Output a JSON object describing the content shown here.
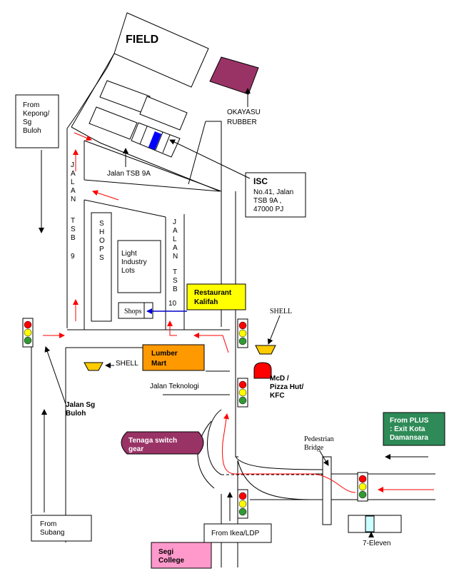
{
  "colors": {
    "okayasu": "#993366",
    "isc_marker": "#0000ff",
    "restaurant_kalifah": "#ffff00",
    "lumber_mart": "#ff9900",
    "mcd": "#ff0000",
    "shell_station": "#ffcc00",
    "tenaga": "#993366",
    "from_plus": "#2e8b57",
    "segi_college": "#ff99cc",
    "seven_eleven_marker": "#ccffff",
    "route_arrow": "#ff0000",
    "pointer_arrow": "#0000cc",
    "light_red": "#ff0000",
    "light_yellow": "#ffff00",
    "light_green": "#339933"
  },
  "labels": {
    "field": "FIELD",
    "okayasu_line1": "OKAYASU",
    "okayasu_line2": "RUBBER",
    "from_kepong": [
      "From",
      "Kepong/",
      "Sg",
      "Buloh"
    ],
    "jalan_tsb9_vertical": [
      "J",
      "A",
      "L",
      "A",
      "N",
      "",
      "T",
      "S",
      "B",
      "",
      "9"
    ],
    "jalan_tsb9a": "Jalan TSB 9A",
    "isc_title": "ISC",
    "isc_address": [
      "No.41, Jalan",
      "TSB 9A ,",
      "47000 PJ"
    ],
    "shops_vertical": [
      "S",
      "H",
      "O",
      "P",
      "S"
    ],
    "light_industry": [
      "Light",
      "Industry",
      "Lots"
    ],
    "jalan_tsb10_vertical": [
      "J",
      "A",
      "L",
      "A",
      "N",
      "",
      "T",
      "S",
      "B",
      "",
      "10"
    ],
    "restaurant_kalifah": [
      "Restaurant",
      "Kalifah"
    ],
    "shops_small": "Shops",
    "shell_right": "SHELL",
    "shell_left": "SHELL",
    "lumber_mart": [
      "Lumber",
      "Mart"
    ],
    "mcd": [
      "McD /",
      "Pizza Hut/",
      "KFC"
    ],
    "jalan_teknologi": "Jalan Teknologi",
    "jalan_sg_buloh": [
      "Jalan Sg",
      "Buloh"
    ],
    "tenaga": [
      "Tenaga switch",
      "gear"
    ],
    "from_plus": [
      "From PLUS",
      ": Exit Kota",
      "Damansara"
    ],
    "pedestrian_bridge": [
      "Pedestrian",
      "Bridge"
    ],
    "from_subang": [
      "From",
      "Subang"
    ],
    "from_ikea": "From Ikea/LDP",
    "segi_college": [
      "Segi",
      "College"
    ],
    "seven_eleven": "7-Eleven"
  }
}
